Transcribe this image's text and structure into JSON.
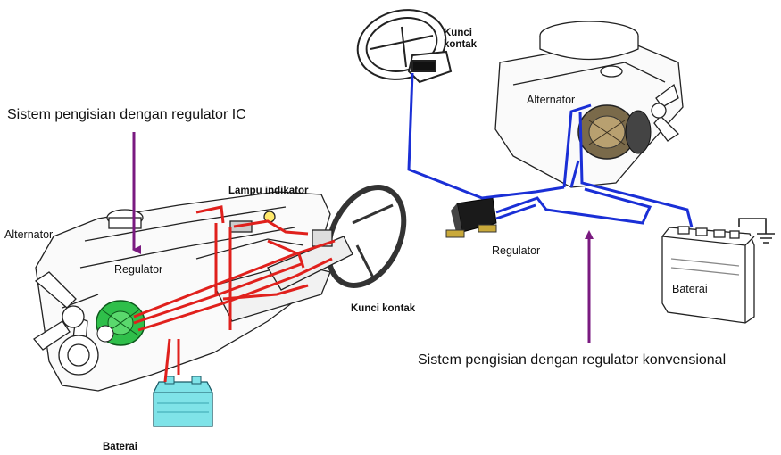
{
  "captions": {
    "ic_system": "Sistem pengisian dengan regulator IC",
    "conventional_system": "Sistem pengisian dengan regulator konvensional"
  },
  "left_diagram": {
    "alternator": "Alternator",
    "regulator": "Regulator",
    "indicator_lamp": "Lampu indikator",
    "ignition_switch": "Kunci kontak",
    "battery": "Baterai"
  },
  "right_diagram": {
    "ignition_switch_line1": "Kunci",
    "ignition_switch_line2": "kontak",
    "alternator": "Alternator",
    "regulator": "Regulator",
    "battery": "Baterai"
  },
  "colors": {
    "ic_wiring": "#e0201c",
    "conventional_wiring": "#1a2fd6",
    "pointer_arrow": "#7a1a80",
    "alternator_green": "#2fbf4a",
    "battery_cyan": "#7fe3e8"
  }
}
